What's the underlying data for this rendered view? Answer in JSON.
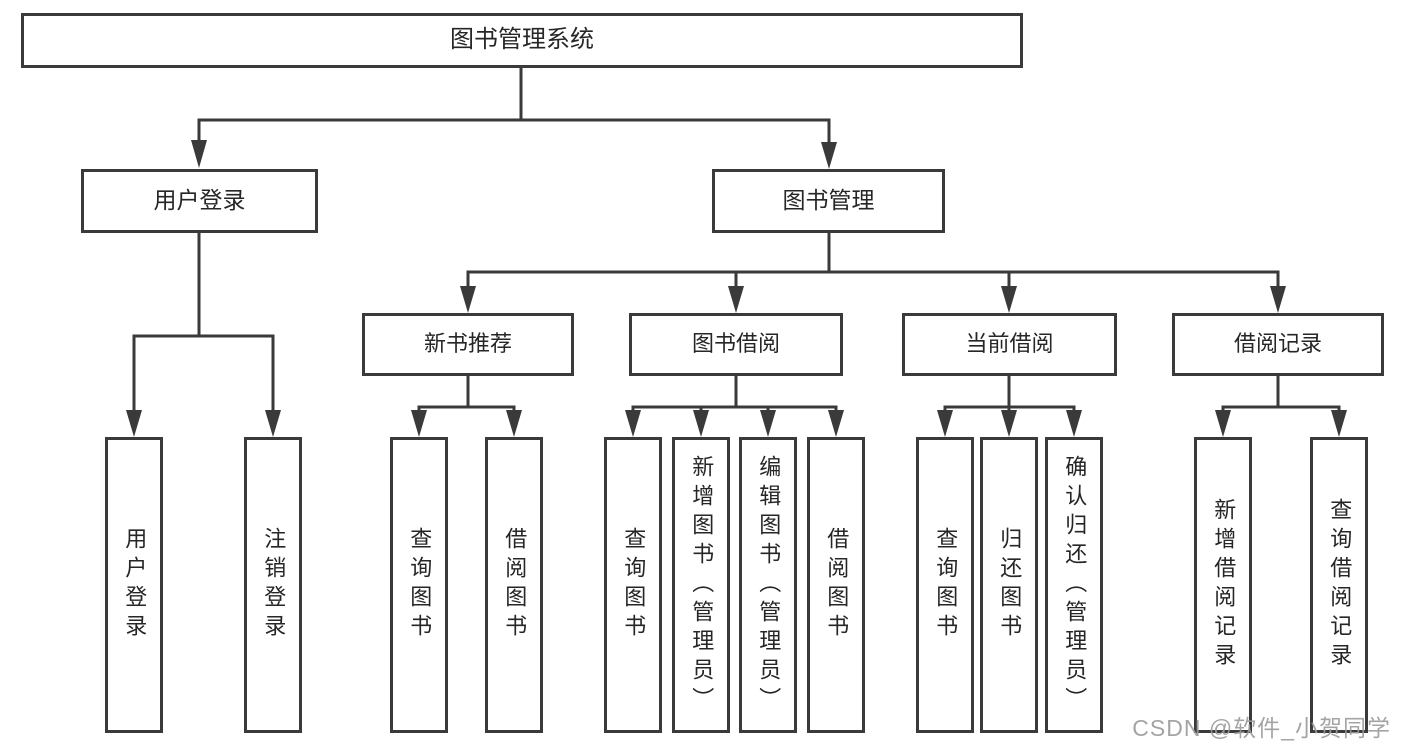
{
  "diagram": {
    "root": {
      "label": "图书管理系统"
    },
    "level2": [
      {
        "label": "用户登录"
      },
      {
        "label": "图书管理"
      }
    ],
    "level3": [
      {
        "label": "新书推荐"
      },
      {
        "label": "图书借阅"
      },
      {
        "label": "当前借阅"
      },
      {
        "label": "借阅记录"
      }
    ],
    "leaves": [
      {
        "label": "用户登录"
      },
      {
        "label": "注销登录"
      },
      {
        "label": "查询图书"
      },
      {
        "label": "借阅图书"
      },
      {
        "label": "查询图书"
      },
      {
        "label": "新增图书（管理员）"
      },
      {
        "label": "编辑图书（管理员）"
      },
      {
        "label": "借阅图书"
      },
      {
        "label": "查询图书"
      },
      {
        "label": "归还图书"
      },
      {
        "label": "确认归还（管理员）"
      },
      {
        "label": "新增借阅记录"
      },
      {
        "label": "查询借阅记录"
      }
    ]
  },
  "watermark": {
    "text": "CSDN @软件_小贺同学"
  },
  "colors": {
    "line": "#3a3a3a",
    "text": "#262626",
    "watermark": "#9b9b9b",
    "bg": "#ffffff"
  }
}
